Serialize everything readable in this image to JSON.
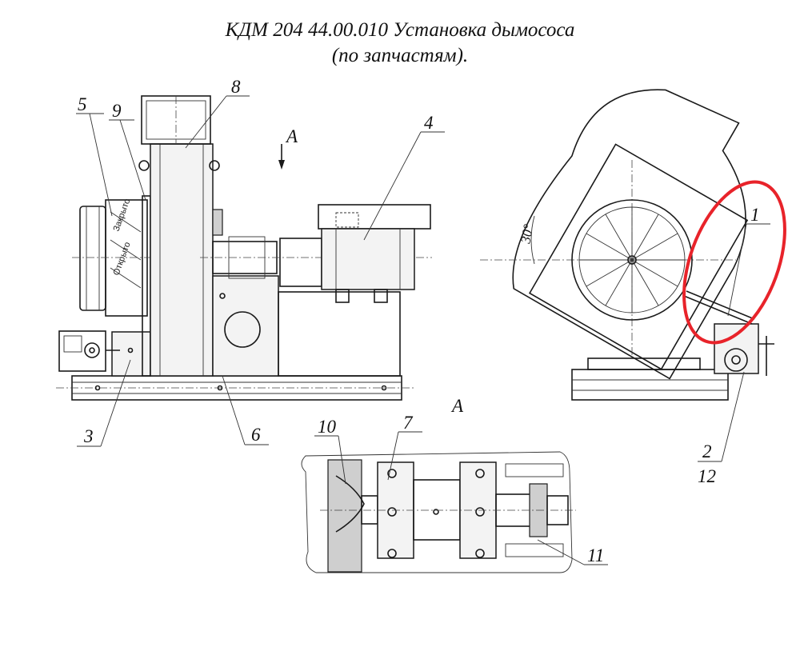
{
  "title": {
    "line1": "КДМ 204 44.00.010 Установка дымососа",
    "line2": "(по запчастям)."
  },
  "view_labels": {
    "view_a_arrow": "A",
    "view_a_detail": "A"
  },
  "angle_label": "30°",
  "callouts": [
    "1",
    "2",
    "3",
    "4",
    "5",
    "6",
    "7",
    "8",
    "9",
    "10",
    "11",
    "12"
  ],
  "highlight_color": "#e8232a"
}
